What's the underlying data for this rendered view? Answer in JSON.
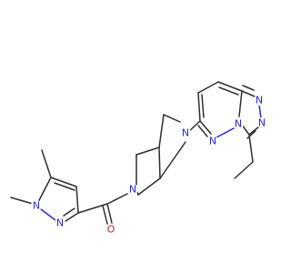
{
  "molecule": {
    "atom_labels": {
      "n_pyrazole_1": "N",
      "n_pyrazole_2": "N",
      "o_carbonyl": "O",
      "n_pyrrolidine_a": "N",
      "n_pyrrolidine_b": "N",
      "n_pyridazine_1": "N",
      "n_pyridazine_2": "N",
      "n_triazole_1": "N",
      "n_triazole_2": "N"
    },
    "colors": {
      "carbon_bond": "#2e2e2e",
      "nitrogen": "#2a2adc",
      "oxygen": "#d21f1f",
      "background": "#ffffff"
    }
  }
}
